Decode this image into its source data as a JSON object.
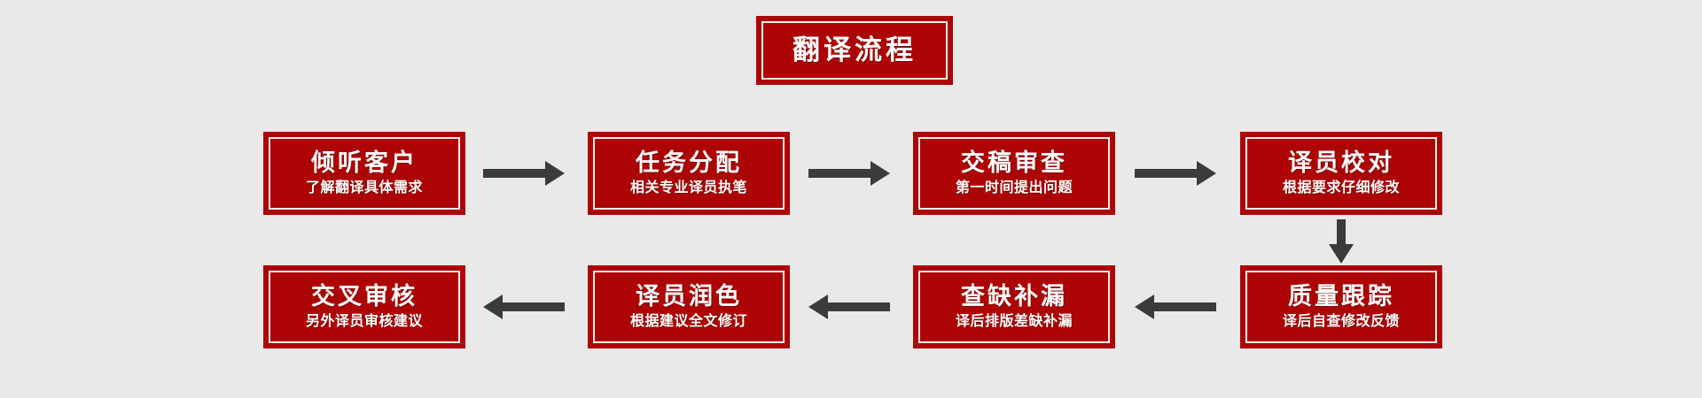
{
  "diagram": {
    "type": "flowchart",
    "title": "翻译流程",
    "background_color": "#e9e9e9",
    "node_color": "#ad0505",
    "node_border_color": "#f2eeee",
    "text_color": "#ffffff",
    "arrow_color": "#3b3b3b",
    "rows": [
      {
        "direction": "left-to-right",
        "nodes": [
          {
            "title": "倾听客户",
            "subtitle": "了解翻译具体需求",
            "step": 1
          },
          {
            "title": "任务分配",
            "subtitle": "相关专业译员执笔",
            "step": 2
          },
          {
            "title": "交稿审查",
            "subtitle": "第一时间提出问题",
            "step": 3
          },
          {
            "title": "译员校对",
            "subtitle": "根据要求仔细修改",
            "step": 4
          }
        ]
      },
      {
        "direction": "right-to-left",
        "nodes": [
          {
            "title": "交叉审核",
            "subtitle": "另外译员审核建议",
            "step": 8
          },
          {
            "title": "译员润色",
            "subtitle": "根据建议全文修订",
            "step": 7
          },
          {
            "title": "查缺补漏",
            "subtitle": "译后排版差缺补漏",
            "step": 6
          },
          {
            "title": "质量跟踪",
            "subtitle": "译后自查修改反馈",
            "step": 5
          }
        ]
      }
    ],
    "connectors": [
      {
        "name": "arrow-step1-to-step2",
        "direction": "right"
      },
      {
        "name": "arrow-step2-to-step3",
        "direction": "right"
      },
      {
        "name": "arrow-step3-to-step4",
        "direction": "right"
      },
      {
        "name": "arrow-step4-to-step5",
        "direction": "down"
      },
      {
        "name": "arrow-step5-to-step6",
        "direction": "left"
      },
      {
        "name": "arrow-step6-to-step7",
        "direction": "left"
      },
      {
        "name": "arrow-step7-to-step8",
        "direction": "left"
      }
    ]
  }
}
